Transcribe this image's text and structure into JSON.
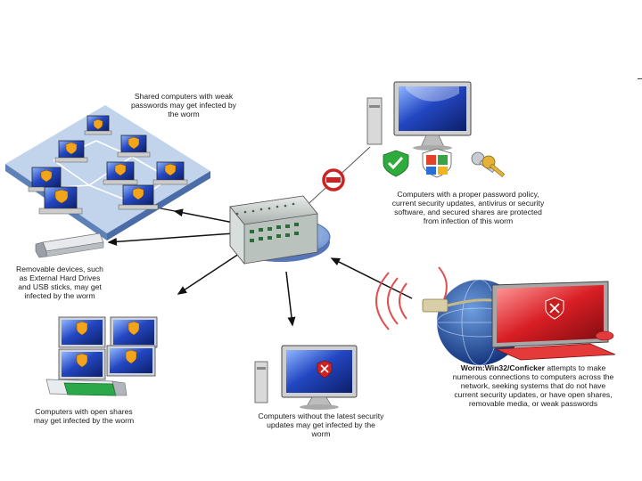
{
  "captions": {
    "shared": "Shared computers with weak\npasswords may get infected by\nthe worm",
    "protected": "Computers with a proper password policy,\ncurrent security updates, antivirus or security\nsoftware, and secured shares are protected\nfrom infection of this worm",
    "removable": "Removable devices, such\nas External Hard Drives\nand USB sticks, may get\ninfected by the worm",
    "open_shares": "Computers with open shares\nmay get infected by the worm",
    "no_updates": "Computers without the latest security\nupdates may get infected by the\nworm",
    "worm_name": "Worm:Win32/Conficker",
    "worm_text": " attempts to make\nnumerous connections to computers across the\nnetwork, seeking systems that do not have\ncurrent security updates, or have open shares,\nremovable media, or weak passwords"
  },
  "icons": {
    "hub": "network-switch-icon",
    "blocked": "no-entry-icon",
    "check": "green-check-shield-icon",
    "windows": "windows-security-shield-icon",
    "keys": "keys-icon"
  },
  "colors": {
    "screen_blue": "#1f3fae",
    "screen_red": "#d81e24",
    "shield": "#f2a51c",
    "hub_disc": "#7fa2d9",
    "arrow": "#111111",
    "blocked_red": "#cc2222",
    "usb_green": "#2aa84a"
  }
}
